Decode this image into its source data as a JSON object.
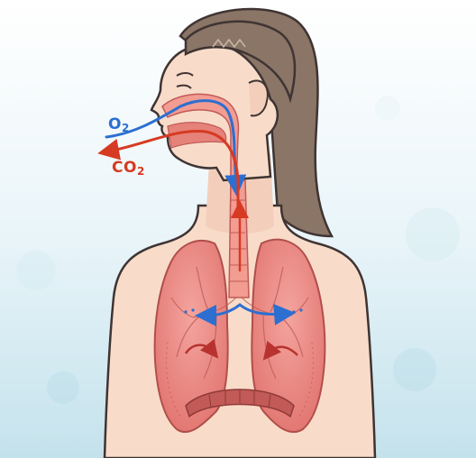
{
  "labels": {
    "oxygen": {
      "symbol": "O",
      "subscript": "2"
    },
    "carbon_dioxide": {
      "symbol": "CO",
      "subscript": "2"
    }
  },
  "colors": {
    "oxygen_arrow": "#2c6fd1",
    "carbon_dioxide_arrow": "#d73a22",
    "skin": "#f8dcc9",
    "hair": "#8a7566",
    "lungs": "#eb8680",
    "airway": "#f29c92",
    "diaphragm": "#c25a57",
    "outline": "#3f3433",
    "background_wash": "#bfe0ea"
  }
}
